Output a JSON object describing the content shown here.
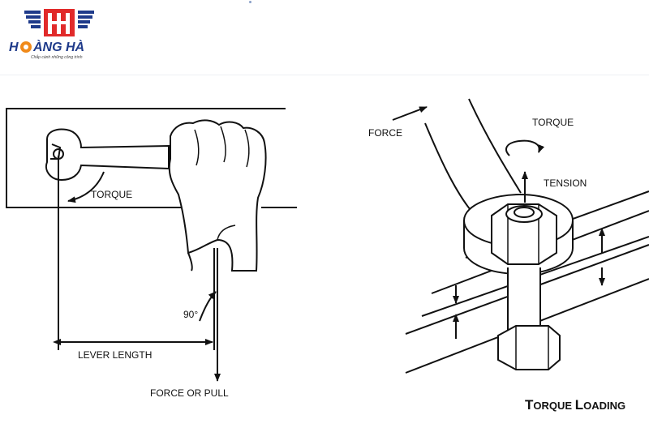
{
  "brand": {
    "name": "HOÀNG HÀ",
    "tagline": "Chắp cánh những công trình",
    "colors": {
      "blue": "#1e3a8a",
      "red": "#e12a2a",
      "orange": "#f08a1a"
    }
  },
  "diagram_left": {
    "torque_label": "TORQUE",
    "angle_label": "90°",
    "lever_length_label": "LEVER LENGTH",
    "force_label": "FORCE OR PULL"
  },
  "diagram_right": {
    "force_label": "FORCE",
    "torque_label": "TORQUE",
    "tension_label": "TENSION",
    "title_big1": "T",
    "title_small1": "ORQUE ",
    "title_big2": "L",
    "title_small2": "OADING"
  }
}
